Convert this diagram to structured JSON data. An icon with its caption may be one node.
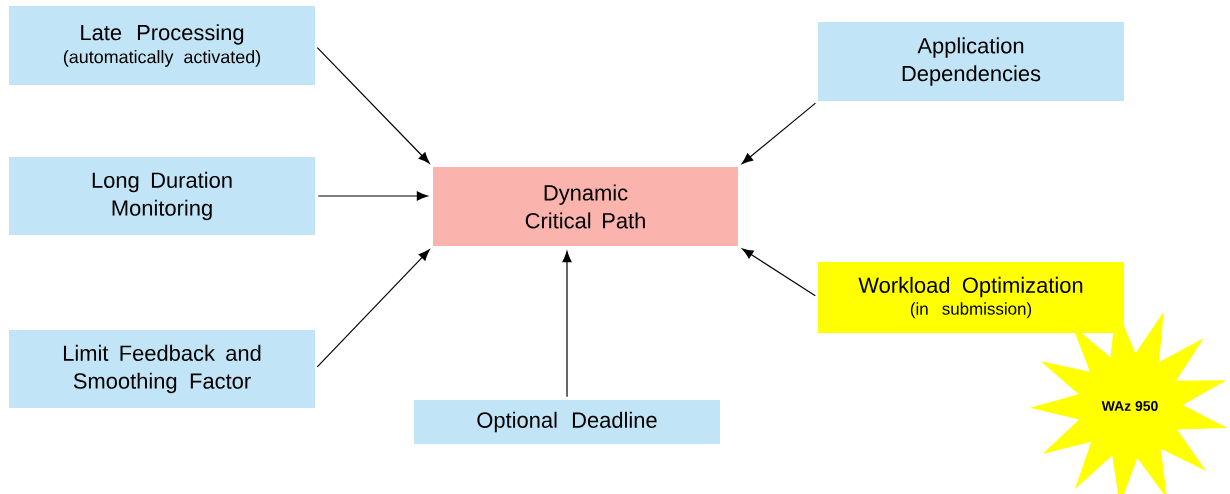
{
  "diagram": {
    "nodes": [
      {
        "text": [
          "Late Processing",
          "(automatically activated)"
        ]
      },
      {
        "text": [
          "Long Duration Monitoring"
        ]
      },
      {
        "text": [
          "Limit Feedback and Smoothing Factor"
        ]
      },
      {
        "text": [
          "Dynamic Critical Path"
        ]
      },
      {
        "text": [
          "Optional Deadline"
        ]
      },
      {
        "text": [
          "Application Dependencies"
        ]
      },
      {
        "text": [
          "Workload Optimization",
          "(in submission)"
        ]
      },
      {
        "text": [
          "WAz 950"
        ]
      }
    ],
    "edges": [
      {
        "from": 0,
        "to": 3,
        "arrow": "to"
      },
      {
        "from": 1,
        "to": 3,
        "arrow": "to"
      },
      {
        "from": 2,
        "to": 3,
        "arrow": "to"
      },
      {
        "from": 4,
        "to": 3,
        "arrow": "to"
      },
      {
        "from": 5,
        "to": 3,
        "arrow": "to"
      },
      {
        "from": 6,
        "to": 3,
        "arrow": "to"
      }
    ]
  }
}
